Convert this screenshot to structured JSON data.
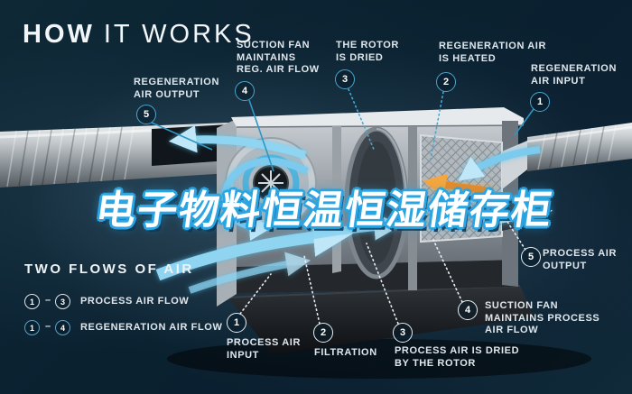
{
  "title": {
    "bold": "HOW",
    "light": "IT WORKS"
  },
  "overlay": {
    "text": "电子物料恒温恒湿储存柜"
  },
  "callouts_top": [
    {
      "num": "5",
      "lines": [
        "REGENERATION",
        "AIR OUTPUT"
      ]
    },
    {
      "num": "4",
      "lines": [
        "SUCTION FAN",
        "MAINTAINS",
        "REG. AIR FLOW"
      ]
    },
    {
      "num": "3",
      "lines": [
        "THE ROTOR",
        "IS DRIED"
      ]
    },
    {
      "num": "2",
      "lines": [
        "REGENERATION AIR",
        "IS HEATED"
      ]
    },
    {
      "num": "1",
      "lines": [
        "REGENERATION",
        "AIR INPUT"
      ]
    }
  ],
  "callouts_bottom": [
    {
      "num": "1",
      "lines": [
        "PROCESS AIR",
        "INPUT"
      ]
    },
    {
      "num": "2",
      "lines": [
        "FILTRATION"
      ]
    },
    {
      "num": "3",
      "lines": [
        "PROCESS AIR IS DRIED",
        "BY THE ROTOR"
      ]
    },
    {
      "num": "4",
      "lines": [
        "SUCTION FAN",
        "MAINTAINS PROCESS",
        "AIR FLOW"
      ]
    },
    {
      "num": "5",
      "lines": [
        "PROCESS AIR",
        "OUTPUT"
      ]
    }
  ],
  "legend": {
    "heading": "TWO FLOWS OF AIR",
    "separator": "–",
    "rows": [
      {
        "from": "1",
        "to": "3",
        "label": "PROCESS AIR FLOW",
        "style": "process-white"
      },
      {
        "from": "1",
        "to": "4",
        "label": "REGENERATION AIR FLOW",
        "style": "regeneration-blue"
      }
    ]
  },
  "colors": {
    "background": "#0b2130",
    "accent_blue": "#49a8d0",
    "flow_blue": "#8fd5f2",
    "heat_orange": "#ef8a1f",
    "label_text": "#dfe7ec",
    "badge_white_border": "#e9eef2"
  }
}
